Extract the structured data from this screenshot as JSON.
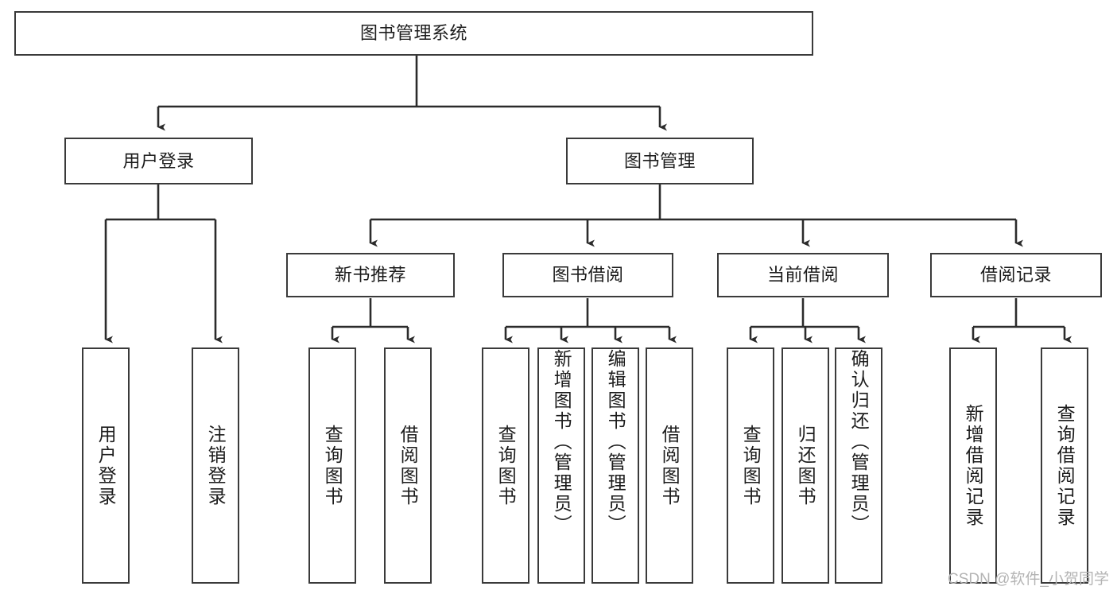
{
  "diagram": {
    "type": "hierarchy-tree",
    "title": "图书管理系统",
    "nodes": {
      "root": {
        "label": "图书管理系统"
      },
      "level1": [
        {
          "id": "user-login",
          "label": "用户登录"
        },
        {
          "id": "book-management",
          "label": "图书管理"
        }
      ],
      "level2": [
        {
          "id": "new-book-recommend",
          "label": "新书推荐"
        },
        {
          "id": "book-borrow",
          "label": "图书借阅"
        },
        {
          "id": "current-borrow",
          "label": "当前借阅"
        },
        {
          "id": "borrow-record",
          "label": "借阅记录"
        }
      ],
      "leaves": [
        {
          "id": "leaf-user-login",
          "label": "用户登录",
          "parent": "user-login"
        },
        {
          "id": "leaf-logout-login",
          "label": "注销登录",
          "parent": "user-login"
        },
        {
          "id": "leaf-query-book-1",
          "label": "查询图书",
          "parent": "new-book-recommend"
        },
        {
          "id": "leaf-borrow-book-1",
          "label": "借阅图书",
          "parent": "new-book-recommend"
        },
        {
          "id": "leaf-query-book-2",
          "label": "查询图书",
          "parent": "book-borrow"
        },
        {
          "id": "leaf-add-book",
          "label": "新增图书（管理员）",
          "parent": "book-borrow"
        },
        {
          "id": "leaf-edit-book",
          "label": "编辑图书（管理员）",
          "parent": "book-borrow"
        },
        {
          "id": "leaf-borrow-book-2",
          "label": "借阅图书",
          "parent": "book-borrow"
        },
        {
          "id": "leaf-query-book-3",
          "label": "查询图书",
          "parent": "current-borrow"
        },
        {
          "id": "leaf-return-book",
          "label": "归还图书",
          "parent": "current-borrow"
        },
        {
          "id": "leaf-confirm-return",
          "label": "确认归还（管理员）",
          "parent": "current-borrow"
        },
        {
          "id": "leaf-add-record",
          "label": "新增借阅记录",
          "parent": "borrow-record"
        },
        {
          "id": "leaf-query-record",
          "label": "查询借阅记录",
          "parent": "borrow-record"
        }
      ]
    },
    "style": {
      "border_color": "#3a3a3a",
      "background": "#ffffff",
      "text_color": "#1c1c1c",
      "edge_color": "#2b2b2b"
    }
  },
  "watermark": {
    "text": "CSDN @软件_小贺同学",
    "color": "#b4b4b4"
  }
}
